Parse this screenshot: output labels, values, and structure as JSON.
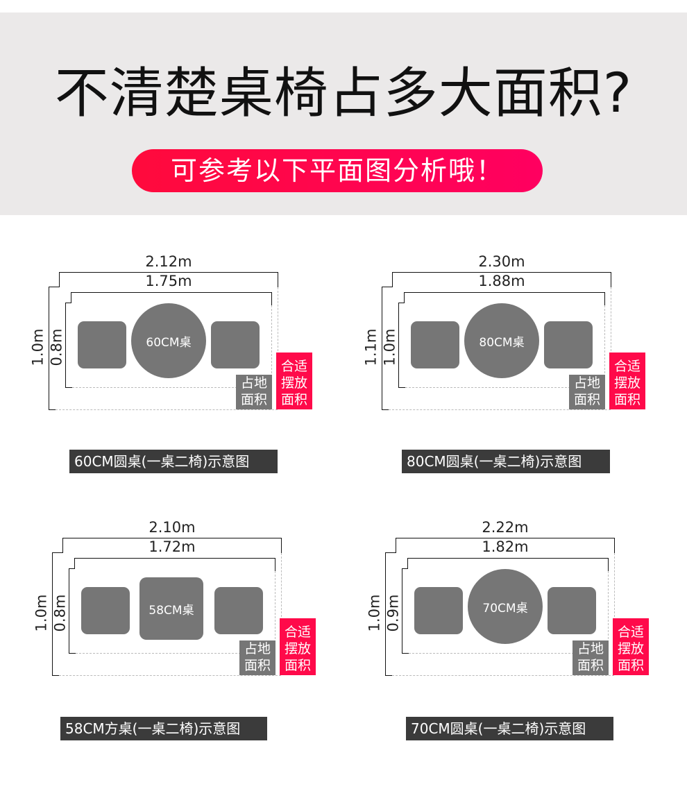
{
  "header": {
    "title": "不清楚桌椅占多大面积?",
    "subtitle": "可参考以下平面图分析哦！"
  },
  "colors": {
    "accent": "#ff0a4a",
    "gray": "#767676",
    "caption_bg": "#3b3b3b",
    "header_bg": "#ebe9e9"
  },
  "panels": [
    {
      "outer_width": "2.12m",
      "inner_width": "1.75m",
      "outer_depth": "1.0m",
      "inner_depth": "0.8m",
      "table_label": "60CM桌",
      "table_shape": "round",
      "footprint_label": [
        "占地",
        "面积"
      ],
      "suitable_label": [
        "合适",
        "摆放",
        "面积"
      ],
      "caption": "60CM圆桌(一桌二椅)示意图"
    },
    {
      "outer_width": "2.30m",
      "inner_width": "1.88m",
      "outer_depth": "1.1m",
      "inner_depth": "1.0m",
      "table_label": "80CM桌",
      "table_shape": "round",
      "footprint_label": [
        "占地",
        "面积"
      ],
      "suitable_label": [
        "合适",
        "摆放",
        "面积"
      ],
      "caption": "80CM圆桌(一桌二椅)示意图"
    },
    {
      "outer_width": "2.10m",
      "inner_width": "1.72m",
      "outer_depth": "1.0m",
      "inner_depth": "0.8m",
      "table_label": "58CM桌",
      "table_shape": "square",
      "footprint_label": [
        "占地",
        "面积"
      ],
      "suitable_label": [
        "合适",
        "摆放",
        "面积"
      ],
      "caption": "58CM方桌(一桌二椅)示意图"
    },
    {
      "outer_width": "2.22m",
      "inner_width": "1.82m",
      "outer_depth": "1.0m",
      "inner_depth": "0.9m",
      "table_label": "70CM桌",
      "table_shape": "round",
      "footprint_label": [
        "占地",
        "面积"
      ],
      "suitable_label": [
        "合适",
        "摆放",
        "面积"
      ],
      "caption": "70CM圆桌(一桌二椅)示意图"
    }
  ]
}
